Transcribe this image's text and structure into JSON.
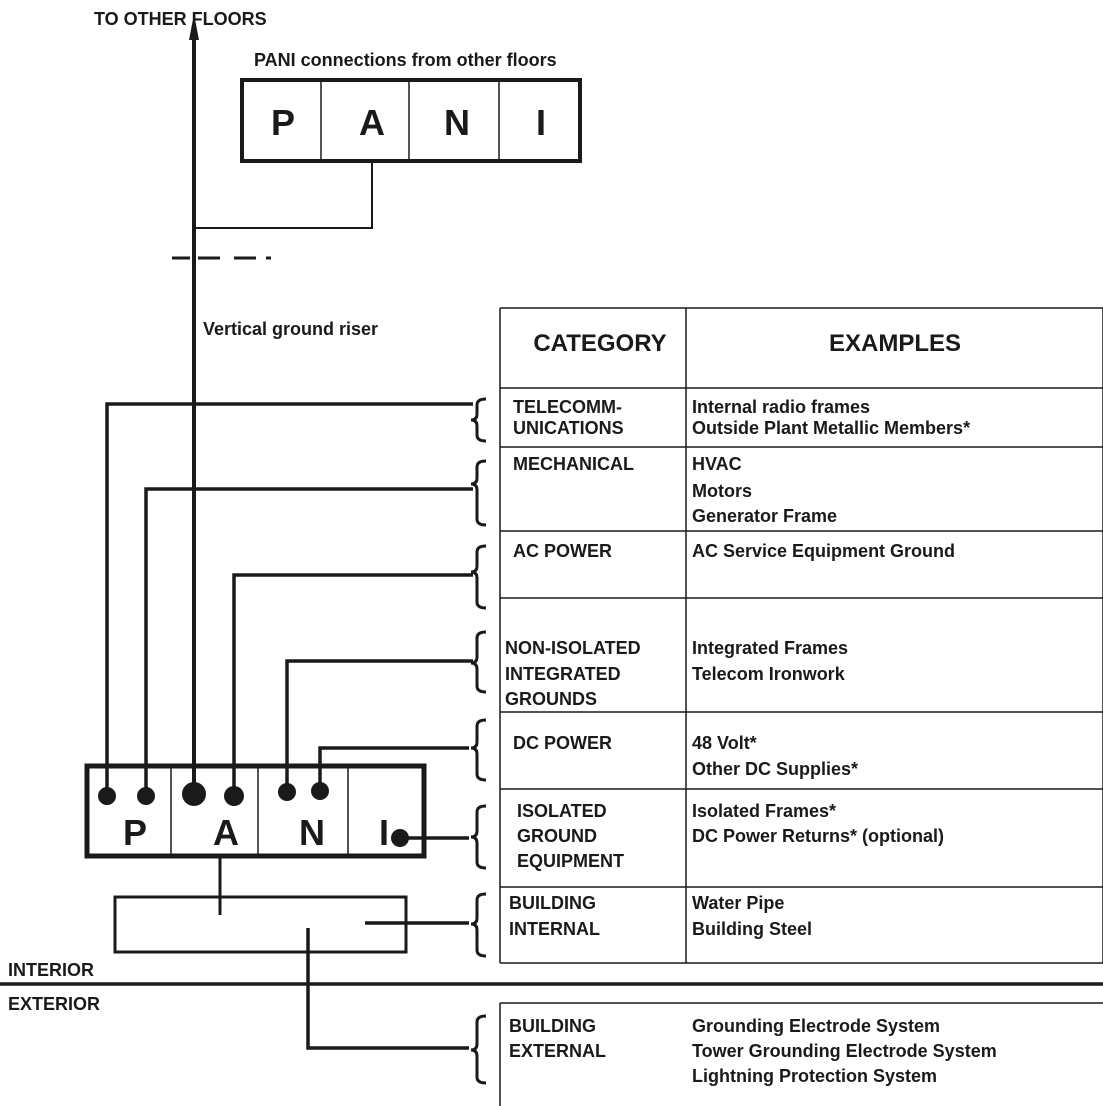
{
  "labels": {
    "to_other_floors": "TO OTHER FLOORS",
    "pani_connections": "PANI connections from other floors",
    "vertical_riser": "Vertical ground riser",
    "interior": "INTERIOR",
    "exterior": "EXTERIOR"
  },
  "bar_letters": [
    "P",
    "A",
    "N",
    "I"
  ],
  "table": {
    "headers": {
      "category": "CATEGORY",
      "examples": "EXAMPLES"
    },
    "rows": [
      {
        "category": [
          "TELECOMM-",
          "UNICATIONS"
        ],
        "examples": [
          "Internal radio frames",
          "Outside Plant Metallic Members*"
        ]
      },
      {
        "category": [
          "MECHANICAL"
        ],
        "examples": [
          "HVAC",
          "Motors",
          "Generator Frame"
        ]
      },
      {
        "category": [
          "AC POWER"
        ],
        "examples": [
          "AC Service Equipment Ground"
        ]
      },
      {
        "category": [
          "NON-ISOLATED",
          "INTEGRATED",
          "GROUNDS"
        ],
        "examples": [
          "Integrated Frames",
          "Telecom Ironwork"
        ]
      },
      {
        "category": [
          "DC POWER"
        ],
        "examples": [
          "48 Volt*",
          "Other DC Supplies*"
        ]
      },
      {
        "category": [
          "ISOLATED",
          "GROUND",
          "EQUIPMENT"
        ],
        "examples": [
          "Isolated Frames*",
          "DC Power Returns* (optional)"
        ]
      },
      {
        "category": [
          "BUILDING",
          "INTERNAL"
        ],
        "examples": [
          "Water Pipe",
          "Building Steel"
        ]
      }
    ]
  },
  "external": {
    "category": [
      "BUILDING",
      "EXTERNAL"
    ],
    "examples": [
      "Grounding Electrode System",
      "Tower Grounding Electrode System",
      "Lightning Protection System"
    ]
  },
  "colors": {
    "ink": "#1a1a1a",
    "background": "#ffffff"
  }
}
